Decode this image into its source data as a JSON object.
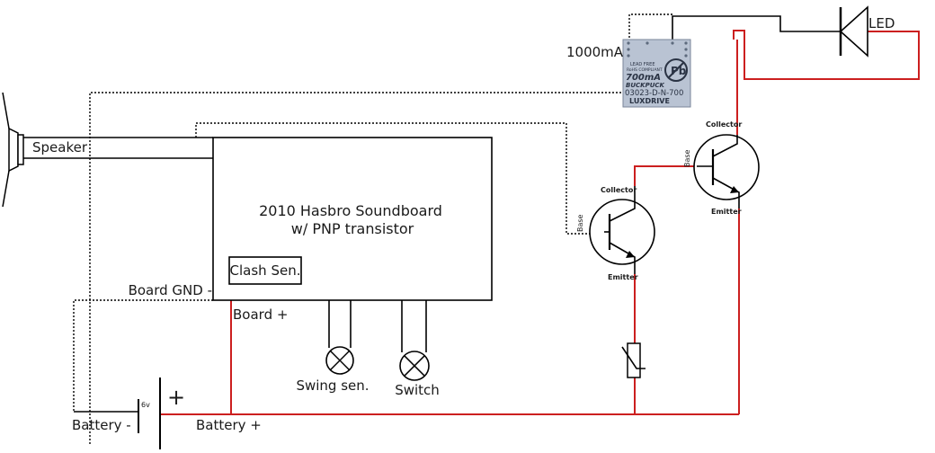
{
  "labels": {
    "board_title_line1": "2010 Hasbro Soundboard",
    "board_title_line2": "w/ PNP transistor",
    "clash_sensor": "Clash Sen.",
    "speaker": "Speaker",
    "board_gnd": "Board GND -",
    "board_plus": "Board +",
    "swing_sensor": "Swing sen.",
    "switch": "Switch",
    "battery_minus": "Battery -",
    "battery_plus": "Battery +",
    "battery_voltage": "6v",
    "battery_plus_sign": "+",
    "led": "LED",
    "current_rating": "1000mA"
  },
  "transistors": {
    "collector": "Collector",
    "emitter": "Emitter",
    "base": "Base"
  },
  "buckpuck": {
    "lead_free": "LEAD FREE",
    "rohs": "RoHS COMPLIANT",
    "rating": "700mA",
    "name": "BUCKPUCK",
    "part": "03023-D-N-700",
    "brand": "LUXDRIVE",
    "pb_mark": "Pb"
  },
  "colors": {
    "positive_wire": "#cc1f1f",
    "wire": "#000000",
    "buckpuck_body": "#b9c3d3"
  }
}
